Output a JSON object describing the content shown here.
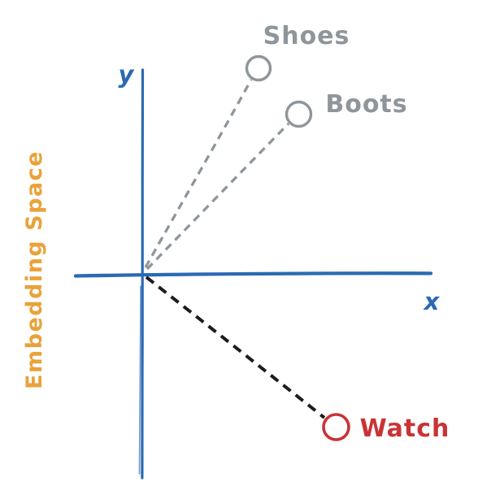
{
  "diagram": {
    "side_title": "Embedding Space",
    "axes": {
      "x_label": "x",
      "y_label": "y"
    },
    "points": [
      {
        "label": "Shoes",
        "color": "#8e969b",
        "line_style": "dashed"
      },
      {
        "label": "Boots",
        "color": "#8e969b",
        "line_style": "dashed"
      },
      {
        "label": "Watch",
        "color": "#c93335",
        "line_style": "dashed"
      }
    ]
  },
  "colors": {
    "axis_blue": "#2b6ab3",
    "similar_gray": "#8e969b",
    "dissimilar_red": "#c93335",
    "distance_black": "#1c1c1c",
    "title_orange": "#e9a23b",
    "background": "#ffffff"
  }
}
